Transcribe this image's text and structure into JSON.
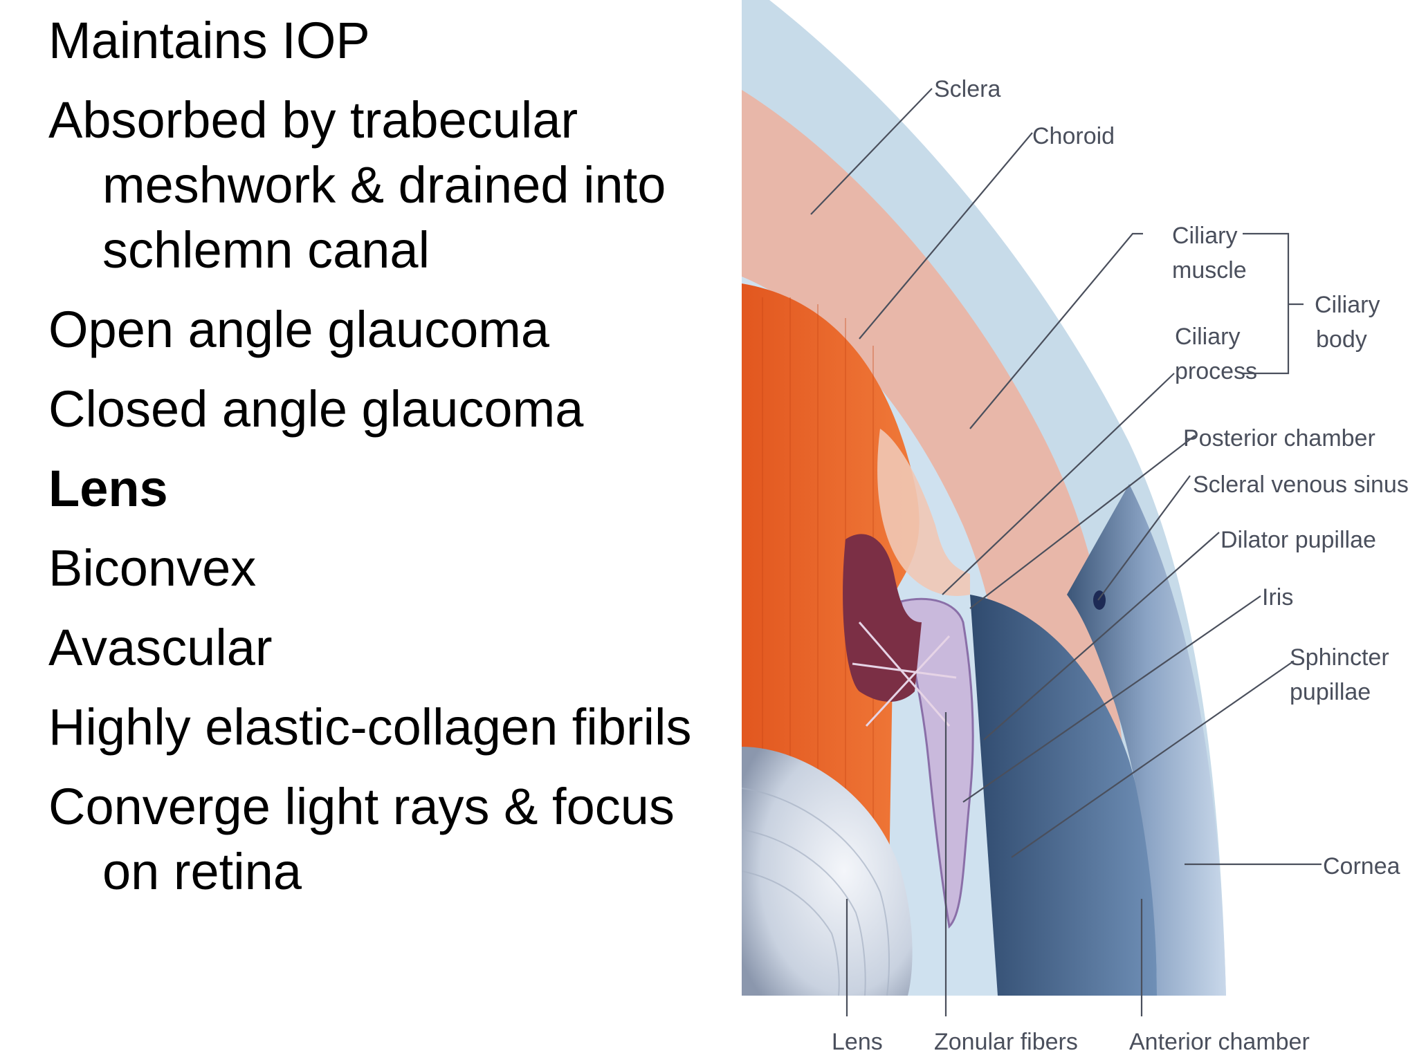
{
  "bullets": [
    {
      "text": "Maintains IOP",
      "bold": false
    },
    {
      "text": "Absorbed by trabecular meshwork & drained into schlemn canal",
      "bold": false
    },
    {
      "text": "Open angle glaucoma",
      "bold": false
    },
    {
      "text": "Closed angle glaucoma",
      "bold": false
    },
    {
      "text": "Lens",
      "bold": true
    },
    {
      "text": "Biconvex",
      "bold": false
    },
    {
      "text": "Avascular",
      "bold": false
    },
    {
      "text": "Highly elastic-collagen fibrils",
      "bold": false
    },
    {
      "text": "Converge light rays & focus on retina",
      "bold": false
    }
  ],
  "figure": {
    "labels": {
      "sclera": "Sclera",
      "choroid": "Choroid",
      "ciliary_muscle_1": "Ciliary",
      "ciliary_muscle_2": "muscle",
      "ciliary_process_1": "Ciliary",
      "ciliary_process_2": "process",
      "ciliary_body_1": "Ciliary",
      "ciliary_body_2": "body",
      "posterior_chamber": "Posterior chamber",
      "scleral_venous_sinus": "Scleral venous sinus",
      "dilator_pupillae": "Dilator pupillae",
      "iris": "Iris",
      "sphincter_1": "Sphincter",
      "sphincter_2": "pupillae",
      "cornea": "Cornea",
      "lens": "Lens",
      "zonular_fibers": "Zonular fibers",
      "anterior_chamber": "Anterior chamber"
    }
  }
}
